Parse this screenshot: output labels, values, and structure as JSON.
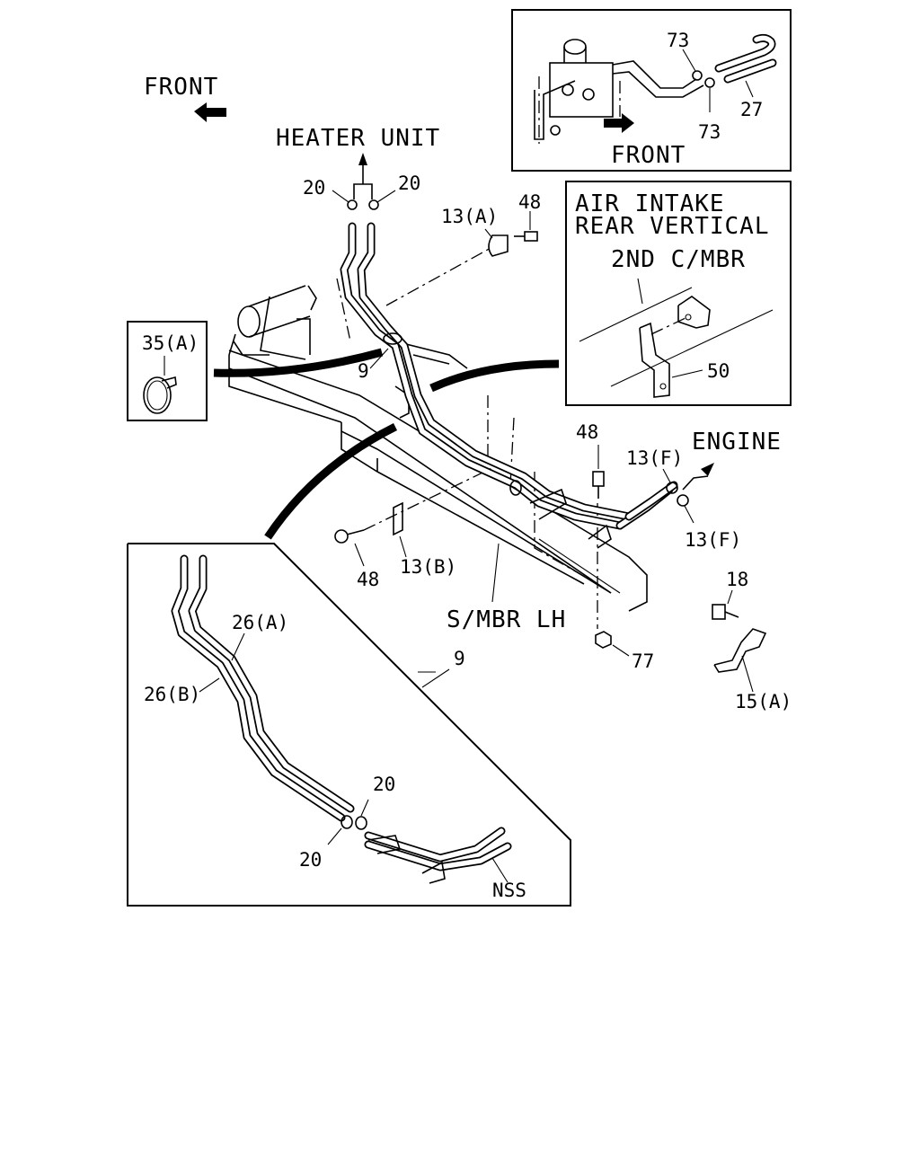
{
  "labels": {
    "front_main": "FRONT",
    "heater_unit": "HEATER UNIT",
    "engine": "ENGINE",
    "side_member": "S/MBR LH",
    "inset_front": "FRONT",
    "air_intake_line1": "AIR INTAKE",
    "air_intake_line2": "REAR VERTICAL",
    "second_member": "2ND C/MBR"
  },
  "callouts": {
    "c20_left": "20",
    "c20_right": "20",
    "c13a": "13(A)",
    "c48_top": "48",
    "c9_main": "9",
    "c35a": "35(A)",
    "c73_top": "73",
    "c73_bottom": "73",
    "c27": "27",
    "c50": "50",
    "c48_mid": "48",
    "c13f_top": "13(F)",
    "c13f_bottom": "13(F)",
    "c48_low": "48",
    "c13b": "13(B)",
    "c18": "18",
    "c15a": "15(A)",
    "c77": "77",
    "c9_inset": "9",
    "c26a": "26(A)",
    "c26b": "26(B)",
    "c20_inset_top": "20",
    "c20_inset_bottom": "20",
    "nss": "NSS"
  }
}
